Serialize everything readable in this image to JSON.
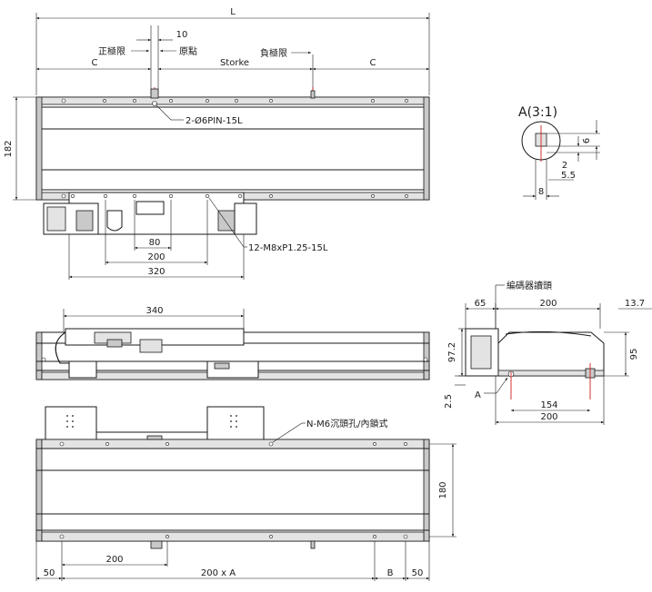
{
  "top_view": {
    "dim_L": "L",
    "dim_10": "10",
    "label_pos_limit": "正極限",
    "label_origin": "原點",
    "label_neg_limit": "負極限",
    "dim_C_left": "C",
    "dim_stroke": "Storke",
    "dim_C_right": "C",
    "dim_182": "182",
    "pin_callout": "2-Ø6PIN-15L",
    "tap_callout": "12-M8xP1.25-15L",
    "dim_80": "80",
    "dim_200": "200",
    "dim_320": "320"
  },
  "detail_A": {
    "title": "A(3:1)",
    "dim_6": "6",
    "dim_2": "2",
    "dim_5_5": "5.5",
    "dim_8": "8"
  },
  "side_view": {
    "dim_340": "340"
  },
  "end_view": {
    "encoder_label": "編碼器讀頭",
    "dim_65": "65",
    "dim_200_top": "200",
    "dim_13_7": "13.7",
    "dim_97_2": "97.2",
    "dim_95": "95",
    "dim_2_5": "2.5",
    "label_A": "A",
    "dim_154": "154",
    "dim_200_bottom": "200"
  },
  "bottom_view": {
    "hole_callout": "N-M6沉頭孔/內鎖式",
    "dim_180": "180",
    "dim_200": "200",
    "dim_50_left": "50",
    "dim_200xA": "200 x A",
    "dim_B": "B",
    "dim_50_right": "50"
  }
}
